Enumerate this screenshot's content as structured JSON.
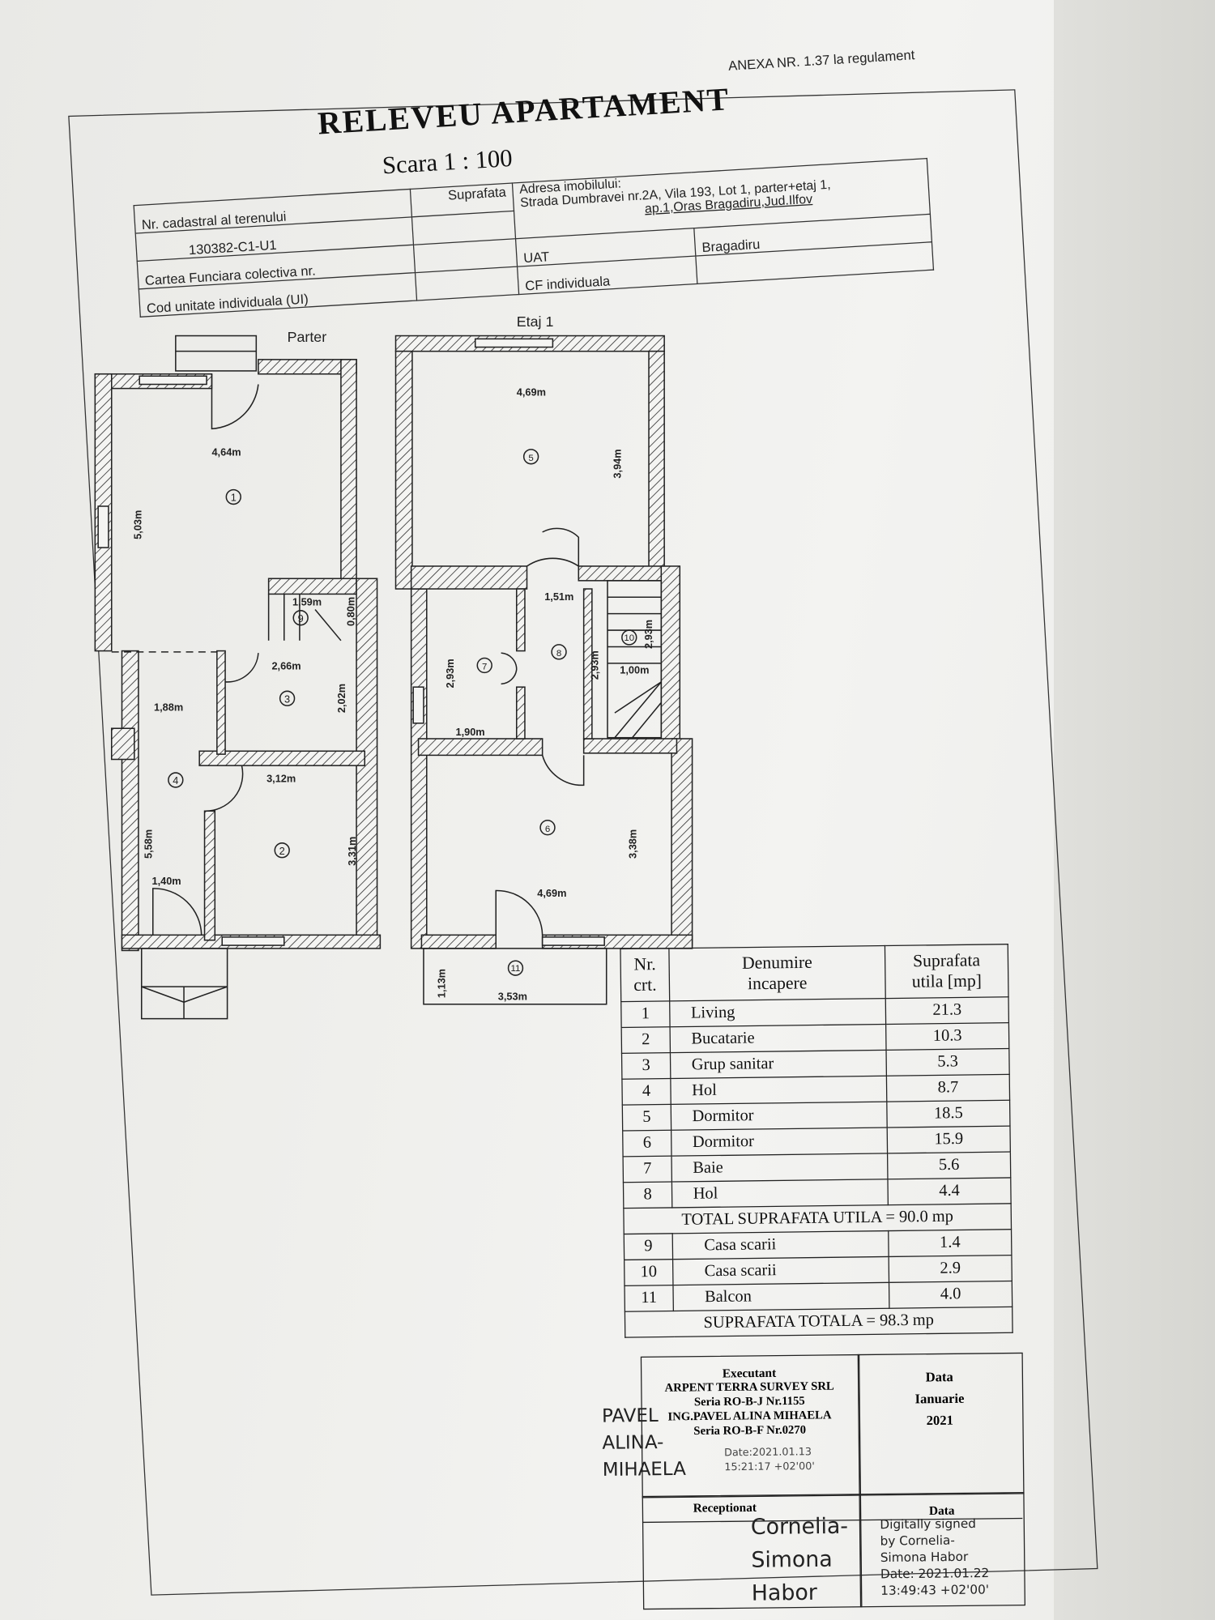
{
  "document": {
    "title": "RELEVEU APARTAMENT",
    "annex": "ANEXA NR. 1.37 la regulament",
    "scale": "Scara 1 : 100"
  },
  "info_table": {
    "cadastral_label": "Nr. cadastral al terenului",
    "cadastral_value": "130382-C1-U1",
    "cf_colectiva_label": "Cartea Funciara colectiva nr.",
    "ui_label": "Cod unitate individuala (UI)",
    "surface_label": "Suprafata",
    "address_label": "Adresa imobilului:",
    "address_line1": "Strada Dumbravei nr.2A, Vila 193, Lot 1, parter+etaj 1,",
    "address_line2": "ap.1,Oras Bragadiru,Jud.Ilfov",
    "uat_label": "UAT",
    "uat_value": "Bragadiru",
    "cf_individuala_label": "CF individuala"
  },
  "plans": {
    "parter": {
      "label": "Parter",
      "dims": {
        "d1": "4,64m",
        "d2": "5,03m",
        "d3": "1,59m",
        "d4": "0,80m",
        "d5": "2,66m",
        "d6": "2,02m",
        "d7": "1,88m",
        "d8": "3,12m",
        "d9": "3,31m",
        "d10": "5,58m",
        "d11": "1,40m"
      },
      "rooms": {
        "r1": "1",
        "r2": "2",
        "r3": "3",
        "r4": "4",
        "r9": "9"
      }
    },
    "etaj": {
      "label": "Etaj 1",
      "dims": {
        "d1": "4,69m",
        "d2": "3,94m",
        "d3": "1,51m",
        "d4": "2,93m",
        "d5": "2,93m",
        "d6": "1,00m",
        "d7": "2,93m",
        "d8": "1,90m",
        "d9": "3,38m",
        "d10": "4,69m",
        "d11": "1,13m",
        "d12": "3,53m"
      },
      "rooms": {
        "r5": "5",
        "r6": "6",
        "r7": "7",
        "r8": "8",
        "r10": "10",
        "r11": "11"
      }
    }
  },
  "rooms_table": {
    "headers": {
      "nr": "Nr.",
      "nr2": "crt.",
      "name": "Denumire",
      "name2": "incapere",
      "area": "Suprafata",
      "area2": "utila [mp]"
    },
    "rows": [
      {
        "nr": "1",
        "name": "Living",
        "area": "21.3"
      },
      {
        "nr": "2",
        "name": "Bucatarie",
        "area": "10.3"
      },
      {
        "nr": "3",
        "name": "Grup sanitar",
        "area": "5.3"
      },
      {
        "nr": "4",
        "name": "Hol",
        "area": "8.7"
      },
      {
        "nr": "5",
        "name": "Dormitor",
        "area": "18.5"
      },
      {
        "nr": "6",
        "name": "Dormitor",
        "area": "15.9"
      },
      {
        "nr": "7",
        "name": "Baie",
        "area": "5.6"
      },
      {
        "nr": "8",
        "name": "Hol",
        "area": "4.4"
      }
    ],
    "total_useful": "TOTAL SUPRAFATA UTILA = 90.0 mp",
    "extra_rows": [
      {
        "nr": "9",
        "name": "Casa scarii",
        "area": "1.4"
      },
      {
        "nr": "10",
        "name": "Casa scarii",
        "area": "2.9"
      },
      {
        "nr": "11",
        "name": "Balcon",
        "area": "4.0"
      }
    ],
    "total": "SUPRAFATA TOTALA = 98.3 mp"
  },
  "signature_block": {
    "executant_label": "Executant",
    "company": "ARPENT TERRA SURVEY SRL",
    "company_series": "Seria RO-B-J Nr.1155",
    "engineer": "ING.PAVEL ALINA MIHAELA",
    "engineer_series": "Seria RO-B-F Nr.0270",
    "signer1_name": [
      "PAVEL",
      "ALINA-",
      "MIHAELA"
    ],
    "signer1_date": "Date:2021.01.13",
    "signer1_time": "15:21:17 +02'00'",
    "data_label": "Data",
    "data_month": "Ianuarie",
    "data_year": "2021",
    "receptionat_label": "Receptionat",
    "data2_label": "Data",
    "signer2_name": [
      "Cornelia-",
      "Simona",
      "Habor"
    ],
    "signer2_note": [
      "Digitally signed",
      "by Cornelia-",
      "Simona Habor"
    ],
    "signer2_date": "Date: 2021.01.22",
    "signer2_time": "13:49:43 +02'00'"
  }
}
